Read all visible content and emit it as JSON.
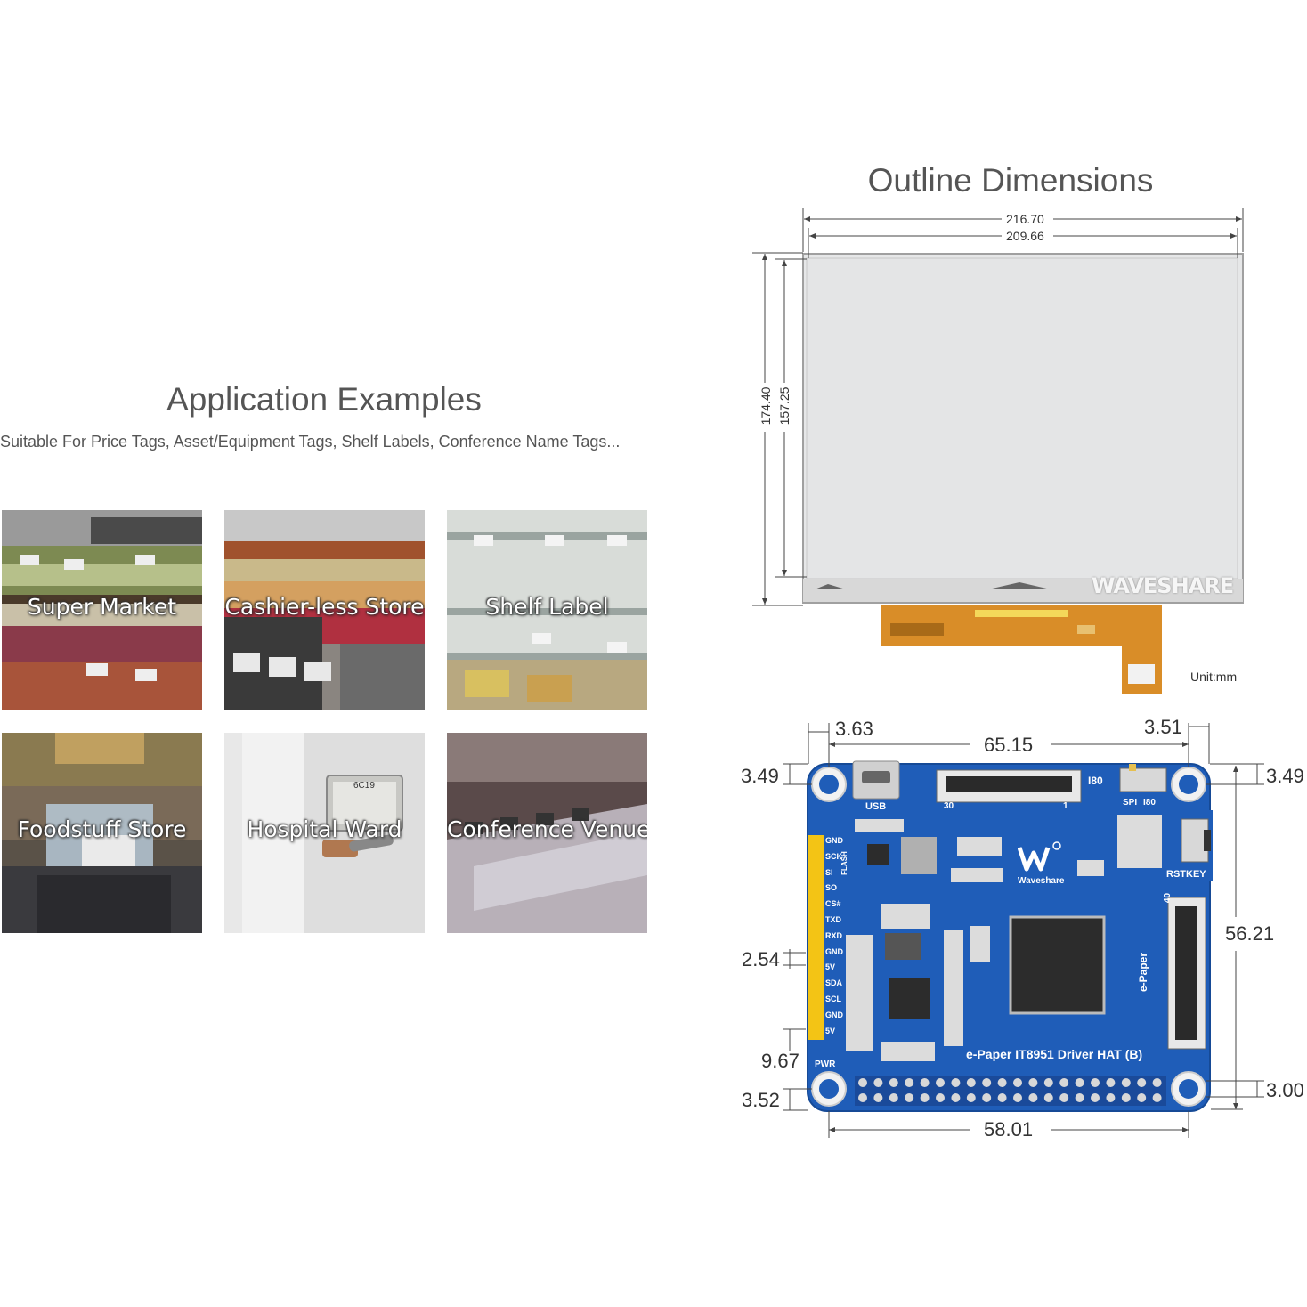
{
  "application": {
    "title": "Application Examples",
    "subtitle": "Suitable For Price Tags, Asset/Equipment Tags, Shelf Labels, Conference Name Tags...",
    "tiles": [
      {
        "label": "Super Market"
      },
      {
        "label": "Cashier-less Store"
      },
      {
        "label": "Shelf Label"
      },
      {
        "label": "Foodstuff Store"
      },
      {
        "label": "Hospital Ward"
      },
      {
        "label": "Conference Venue"
      }
    ],
    "ward_tag_text": "6C19"
  },
  "outline": {
    "title": "Outline Dimensions",
    "unit": "Unit:mm",
    "brand_watermark": "WAVESHARE",
    "panel": {
      "outer_width": "216.70",
      "active_width": "209.66",
      "outer_height": "174.40",
      "active_height": "157.25"
    },
    "hat": {
      "name": "e-Paper IT8951 Driver HAT (B)",
      "brand": "Waveshare",
      "top_left_x": "3.63",
      "hole_span_top": "65.15",
      "top_right_x": "3.51",
      "top_left_y": "3.49",
      "top_right_y": "3.49",
      "right_height": "56.21",
      "pin_pitch": "2.54",
      "pin_bottom": "9.67",
      "bottom_left_y": "3.52",
      "bottom_right_y": "3.00",
      "hole_span_bottom": "58.01",
      "labels": {
        "usb": "USB",
        "i80_top": "I80",
        "spi": "SPI",
        "i80_switch": "I80",
        "rstkey": "RSTKEY",
        "pwr": "PWR",
        "epaper": "e-Paper",
        "fpc_30": "30",
        "fpc_1": "1",
        "fpc_40": "40",
        "flash": "FLASH"
      },
      "pins": [
        "GND",
        "SCK",
        "SI",
        "SO",
        "CS#",
        "TXD",
        "RXD",
        "GND",
        "5V",
        "SDA",
        "SCL",
        "GND",
        "5V"
      ]
    }
  }
}
